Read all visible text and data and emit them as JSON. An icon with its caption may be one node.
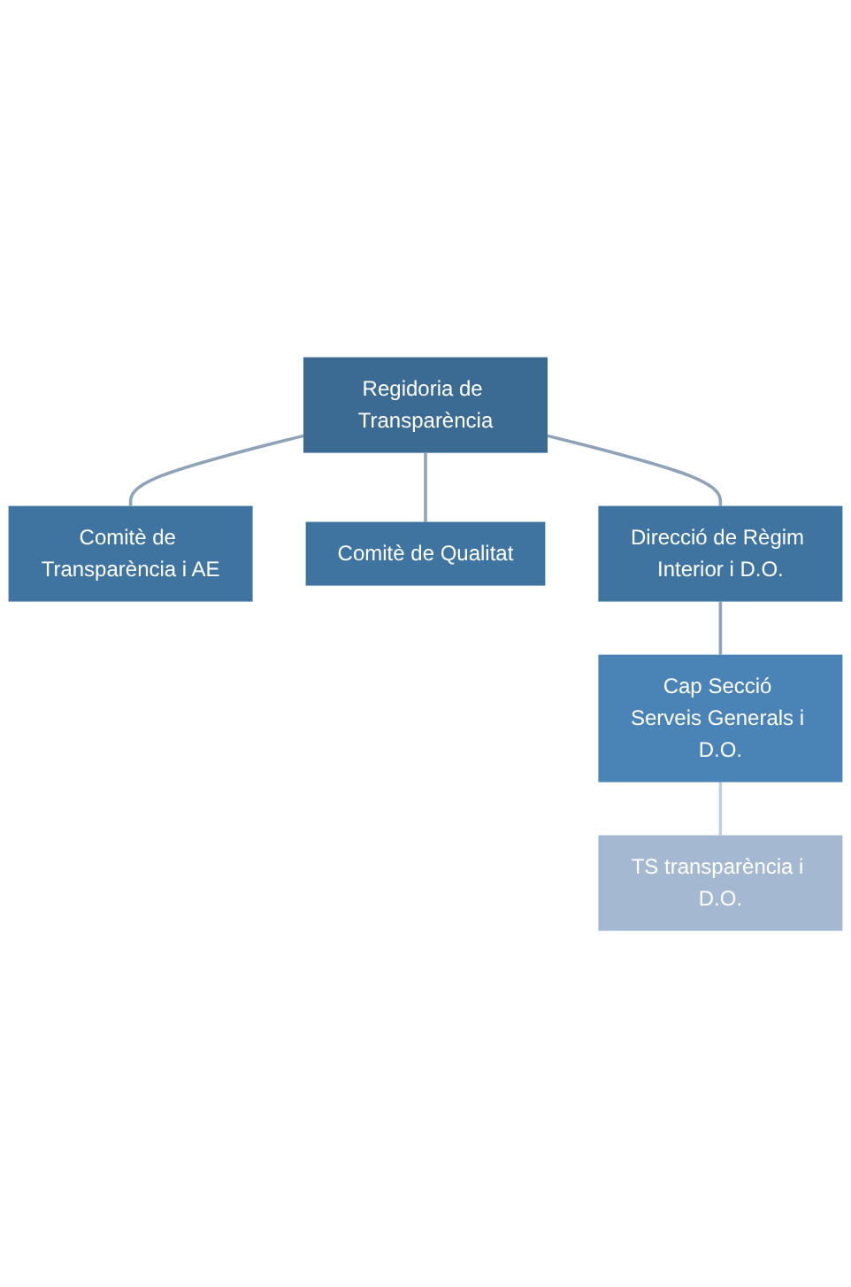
{
  "diagram": {
    "nodes": [
      {
        "text": [
          "Regidoria de Transparència"
        ]
      },
      {
        "text": [
          "Comitè de Transparència i AE"
        ]
      },
      {
        "text": [
          "Comitè de Qualitat"
        ]
      },
      {
        "text": [
          "Direcció de Règim Interior i D.O."
        ]
      },
      {
        "text": [
          "Cap Secció Serveis Generals i D.O."
        ]
      },
      {
        "text": [
          "TS transparència i D.O."
        ]
      }
    ],
    "edges": [
      {
        "from": 0,
        "to": 1,
        "arrow": "none"
      },
      {
        "from": 0,
        "to": 2,
        "arrow": "none"
      },
      {
        "from": 0,
        "to": 3,
        "arrow": "none"
      },
      {
        "from": 3,
        "to": 4,
        "arrow": "none"
      },
      {
        "from": 4,
        "to": 5,
        "arrow": "none",
        "color": "#c3cfdc"
      }
    ]
  }
}
